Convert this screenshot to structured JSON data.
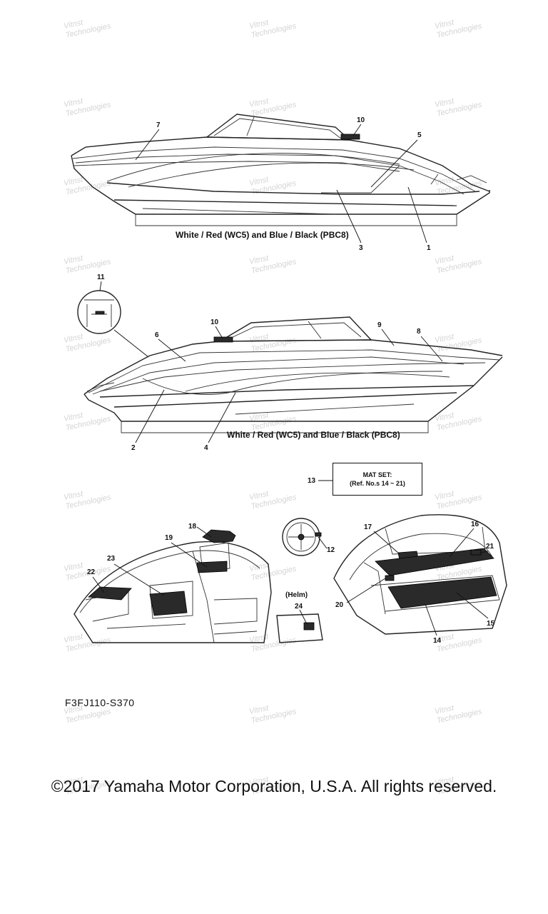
{
  "watermark": {
    "line1": "Vitnst",
    "line2": "Technologies"
  },
  "captions": {
    "top_boat": "White / Red (WC5) and Blue / Black (PBC8)",
    "bottom_boat": "White / Red (WC5) and Blue / Black (PBC8)",
    "helm": "(Helm)"
  },
  "mat_set": {
    "title": "MAT SET:",
    "refs": "(Ref. No.s 14 ~ 21)"
  },
  "callouts": {
    "c1": "1",
    "c2": "2",
    "c3": "3",
    "c4": "4",
    "c5": "5",
    "c6": "6",
    "c7": "7",
    "c8": "8",
    "c9": "9",
    "c10a": "10",
    "c10b": "10",
    "c11": "11",
    "c12": "12",
    "c13": "13",
    "c14": "14",
    "c15": "15",
    "c16": "16",
    "c17": "17",
    "c18": "18",
    "c19": "19",
    "c20": "20",
    "c21": "21",
    "c22": "22",
    "c23": "23",
    "c24": "24"
  },
  "figure_code": "F3FJ110-S370",
  "copyright": "©2017 Yamaha Motor Corporation, U.S.A. All rights reserved.",
  "colors": {
    "ink": "#111111",
    "mat_fill": "#2a2a2a",
    "watermark": "#d4d4d4"
  }
}
